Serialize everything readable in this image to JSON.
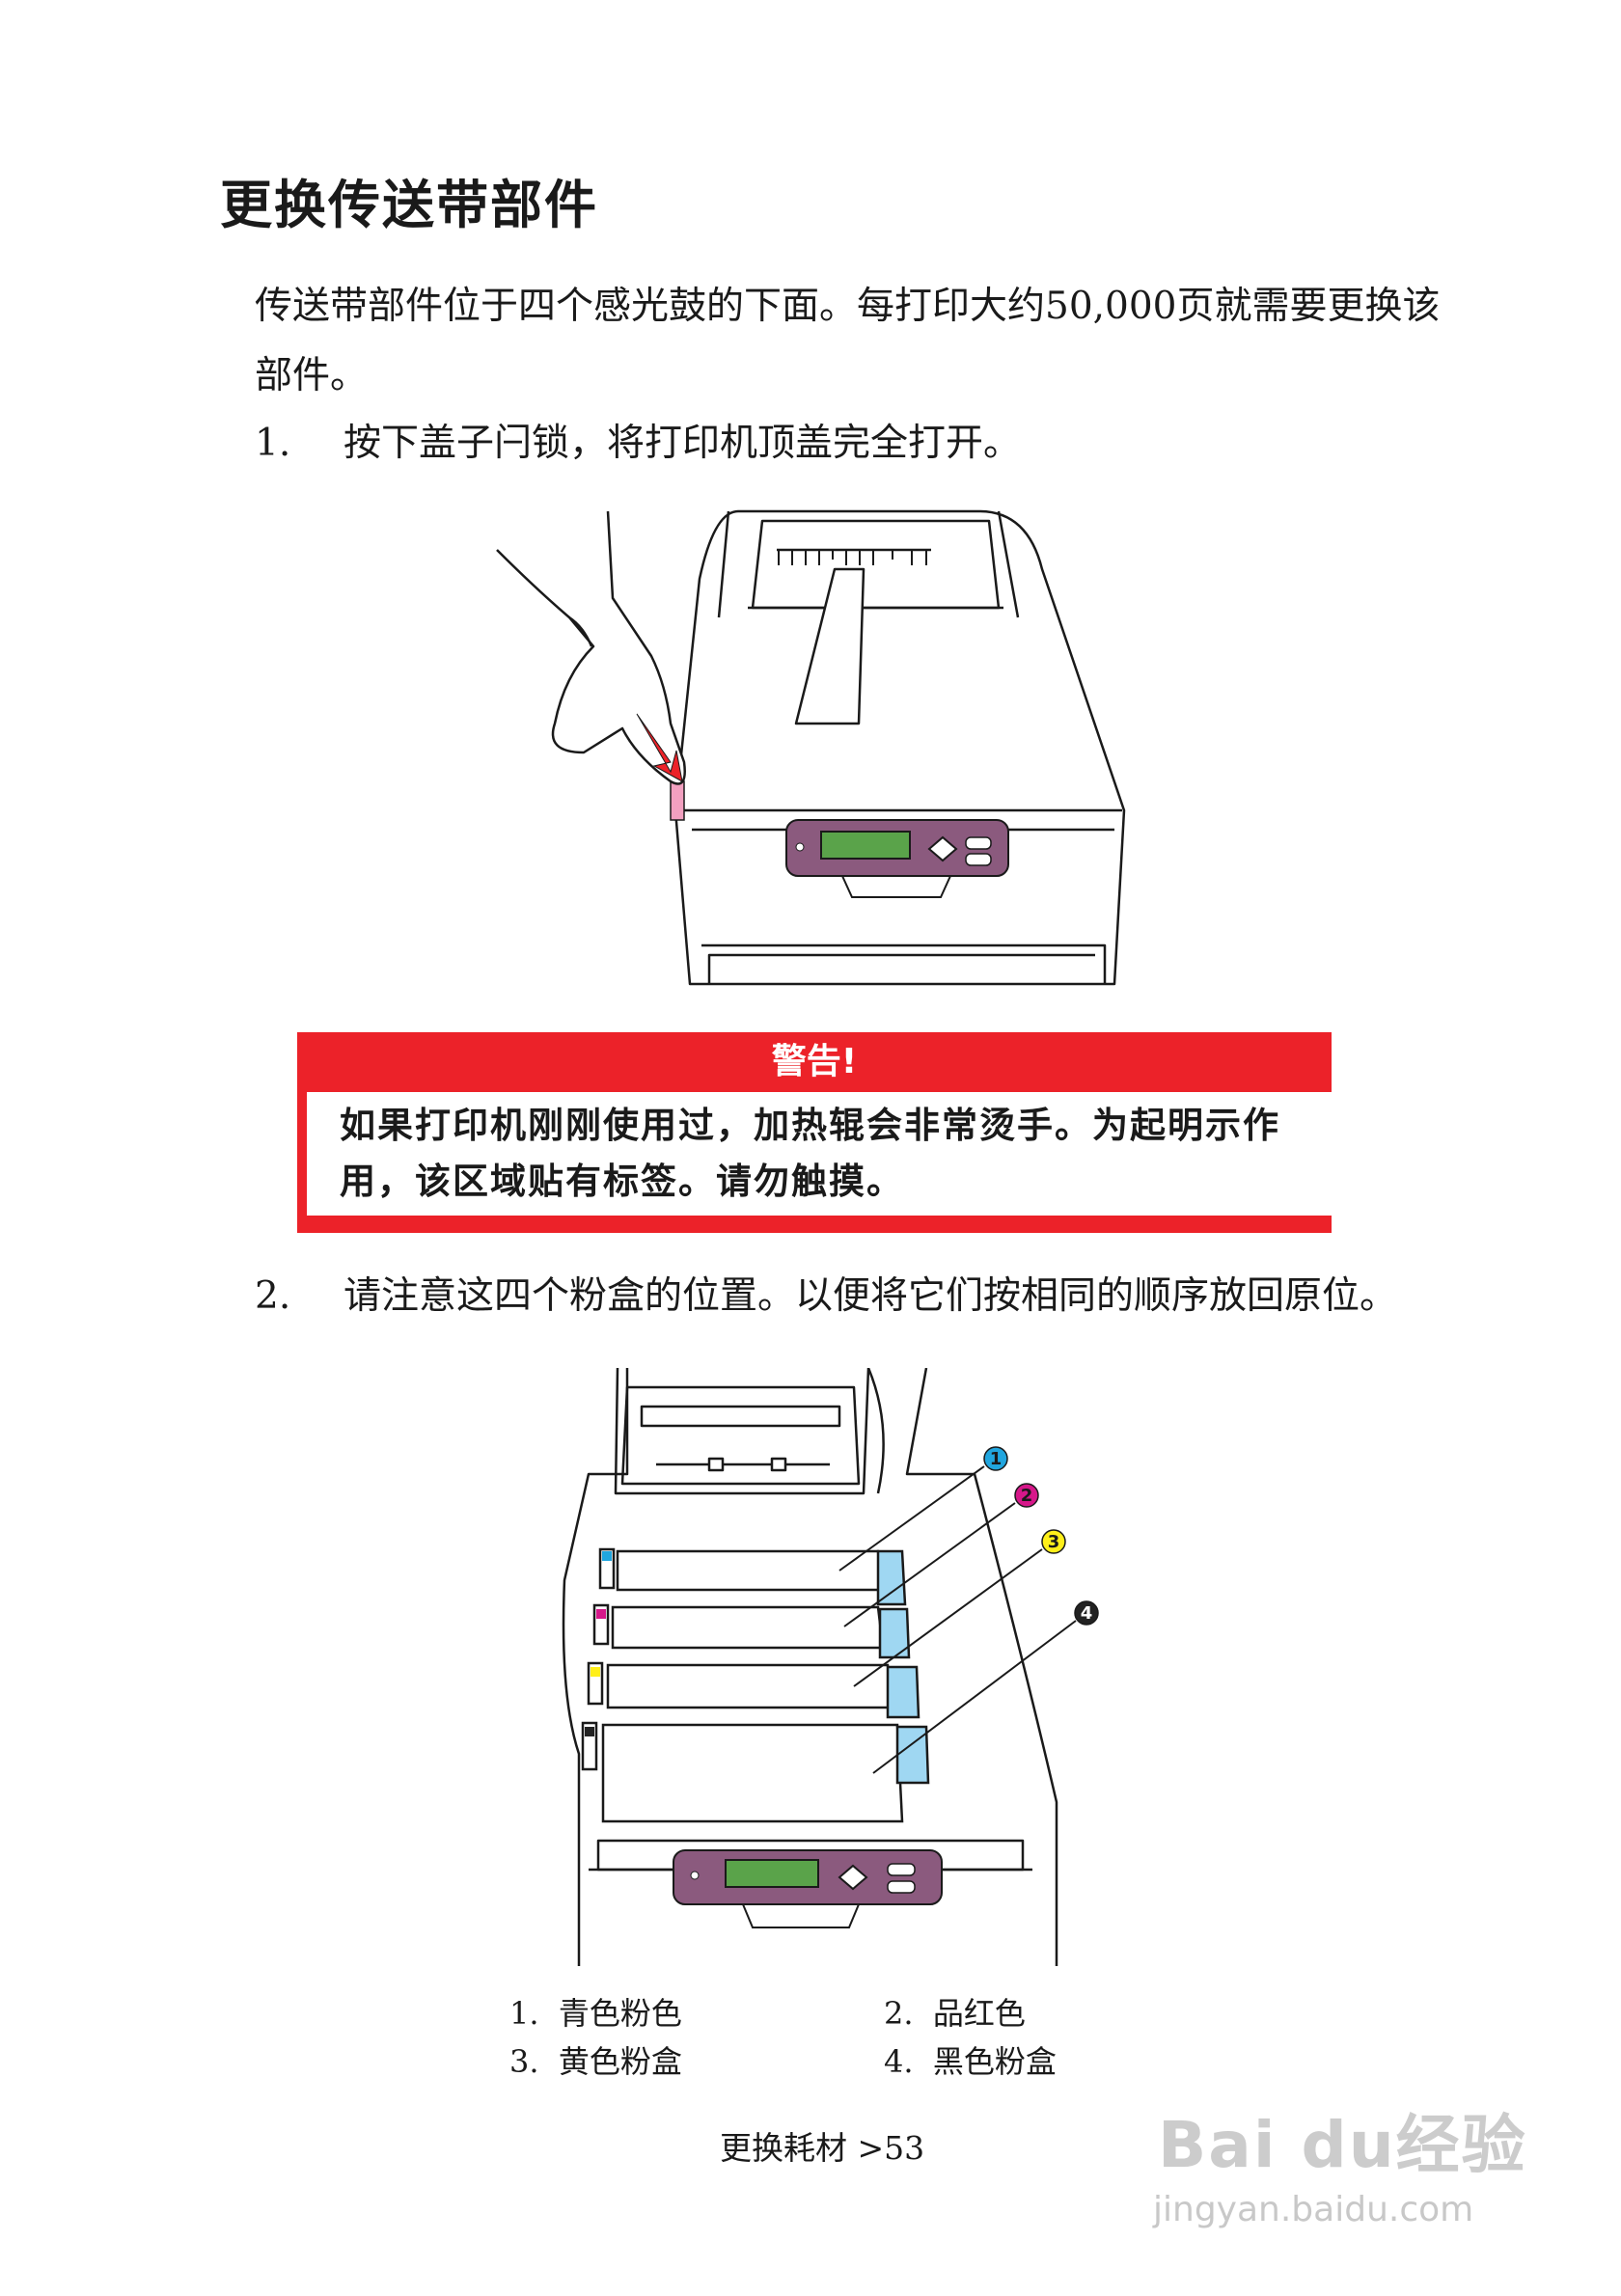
{
  "title": "更换传送带部件",
  "intro": "传送带部件位于四个感光鼓的下面。每打印大约50,000页就需要更换该部件。",
  "steps": [
    {
      "num": "1.",
      "text": "按下盖子闩锁，将打印机顶盖完全打开。"
    },
    {
      "num": "2.",
      "text": "请注意这四个粉盒的位置。以便将它们按相同的顺序放回原位。"
    }
  ],
  "warning": {
    "heading": "警告!",
    "body": "如果打印机刚刚使用过，加热辊会非常烫手。为起明示作用，该区域贴有标签。请勿触摸。"
  },
  "callouts": [
    "1",
    "2",
    "3",
    "4"
  ],
  "callout_colors": {
    "cyan": "#21a6df",
    "magenta": "#d6178a",
    "yellow": "#ffef1a",
    "black": "#222222"
  },
  "legend": [
    {
      "num": "1.",
      "text": "青色粉色"
    },
    {
      "num": "2.",
      "text": "品红色"
    },
    {
      "num": "3.",
      "text": "黄色粉盒"
    },
    {
      "num": "4.",
      "text": "黑色粉盒"
    }
  ],
  "footer": "更换耗材 >53",
  "watermark": {
    "brand": "Bai du经验",
    "url": "jingyan.baidu.com"
  },
  "colors": {
    "warning_red": "#ec2229",
    "panel_purple": "#8b5a7e",
    "lcd_green": "#5aa34a",
    "toner_blue": "#9fd7f2"
  }
}
